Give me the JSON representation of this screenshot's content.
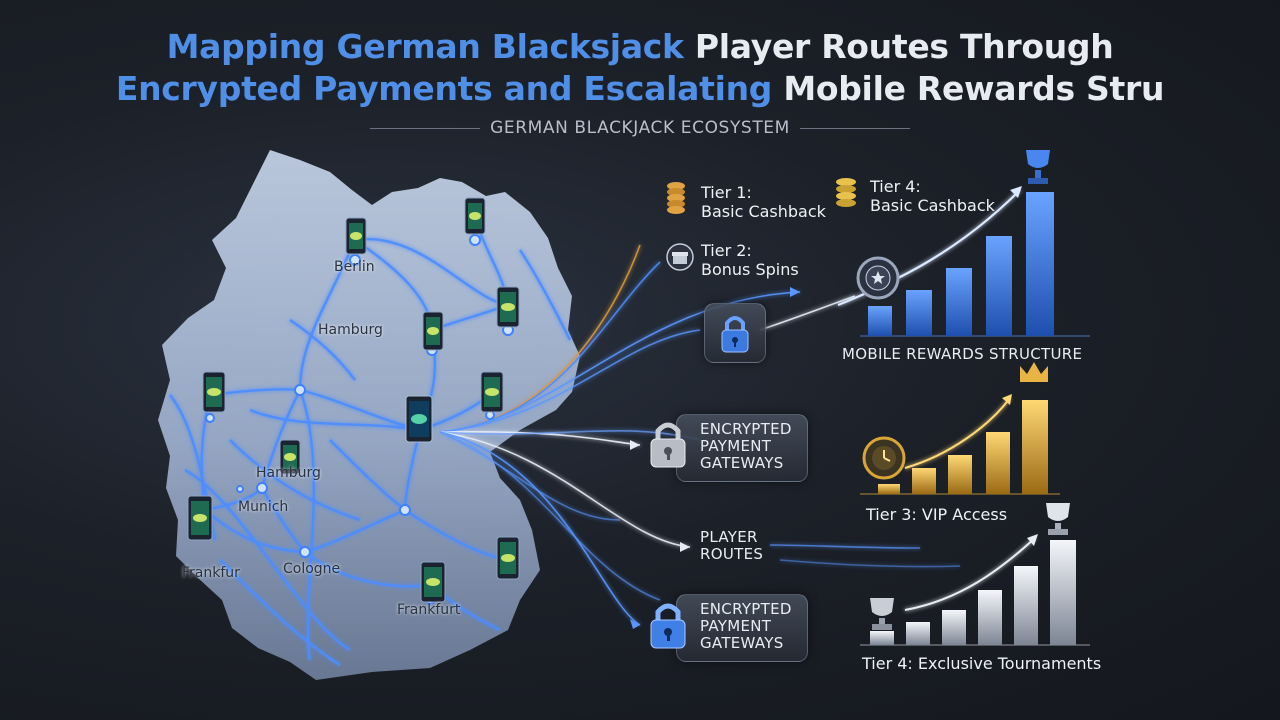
{
  "title": {
    "line1_highlight": "Mapping German Blacksjack",
    "line1_rest": " Player Routes Through",
    "line2_highlight": "Encrypted Payments and Escalating",
    "line2_rest": " Mobile Rewards Stru"
  },
  "subtitle": "GERMAN BLACKJACK ECOSYSTEM",
  "map": {
    "cities": [
      "Berlin",
      "Hamburg",
      "Hamburg",
      "Munich",
      "Frankfur",
      "Cologne",
      "Frankfurt"
    ]
  },
  "tiers": {
    "tier1": {
      "line1": "Tier 1:",
      "line2": "Basic Cashback"
    },
    "tier4a": {
      "line1": "Tier 4:",
      "line2": "Basic Cashback"
    },
    "tier2": {
      "line1": "Tier 2:",
      "line2": "Bonus Spins"
    }
  },
  "gateways": {
    "top": {
      "line1": "ENCRYPTED",
      "line2": "PAYMENT",
      "line3": "GATEWAYS"
    },
    "bottom": {
      "line1": "ENCRYPTED",
      "line2": "PAYMENT",
      "line3": "GATEWAYS"
    }
  },
  "player_routes": {
    "line1": "PLAYER",
    "line2": "ROUTES"
  },
  "charts": {
    "mobile_rewards": {
      "label": "MOBILE REWARDS STRUCTURE",
      "color": "#3a7be6"
    },
    "vip": {
      "label": "Tier 3: VIP Access",
      "color": "#d9a536"
    },
    "tournaments": {
      "label": "Tier 4: Exclusive Tournaments",
      "color": "#c9ced6"
    }
  },
  "icons": [
    "coins-icon",
    "gift-icon",
    "padlock-icon",
    "trophy-icon",
    "crown-icon",
    "clock-badge-icon",
    "phone-icon"
  ]
}
